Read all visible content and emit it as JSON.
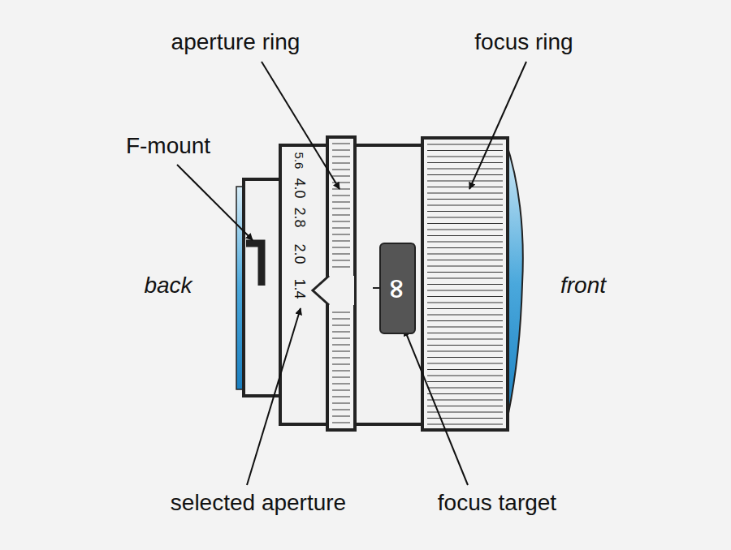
{
  "diagram": {
    "nodes": [
      {
        "text": [
          "∞"
        ]
      }
    ],
    "labels": [
      "aperture ring",
      "focus ring",
      "F-mount",
      "back",
      "front",
      "5.6",
      "4.0",
      "2.8",
      "2.0",
      "1.4",
      "selected aperture",
      "focus target"
    ]
  }
}
